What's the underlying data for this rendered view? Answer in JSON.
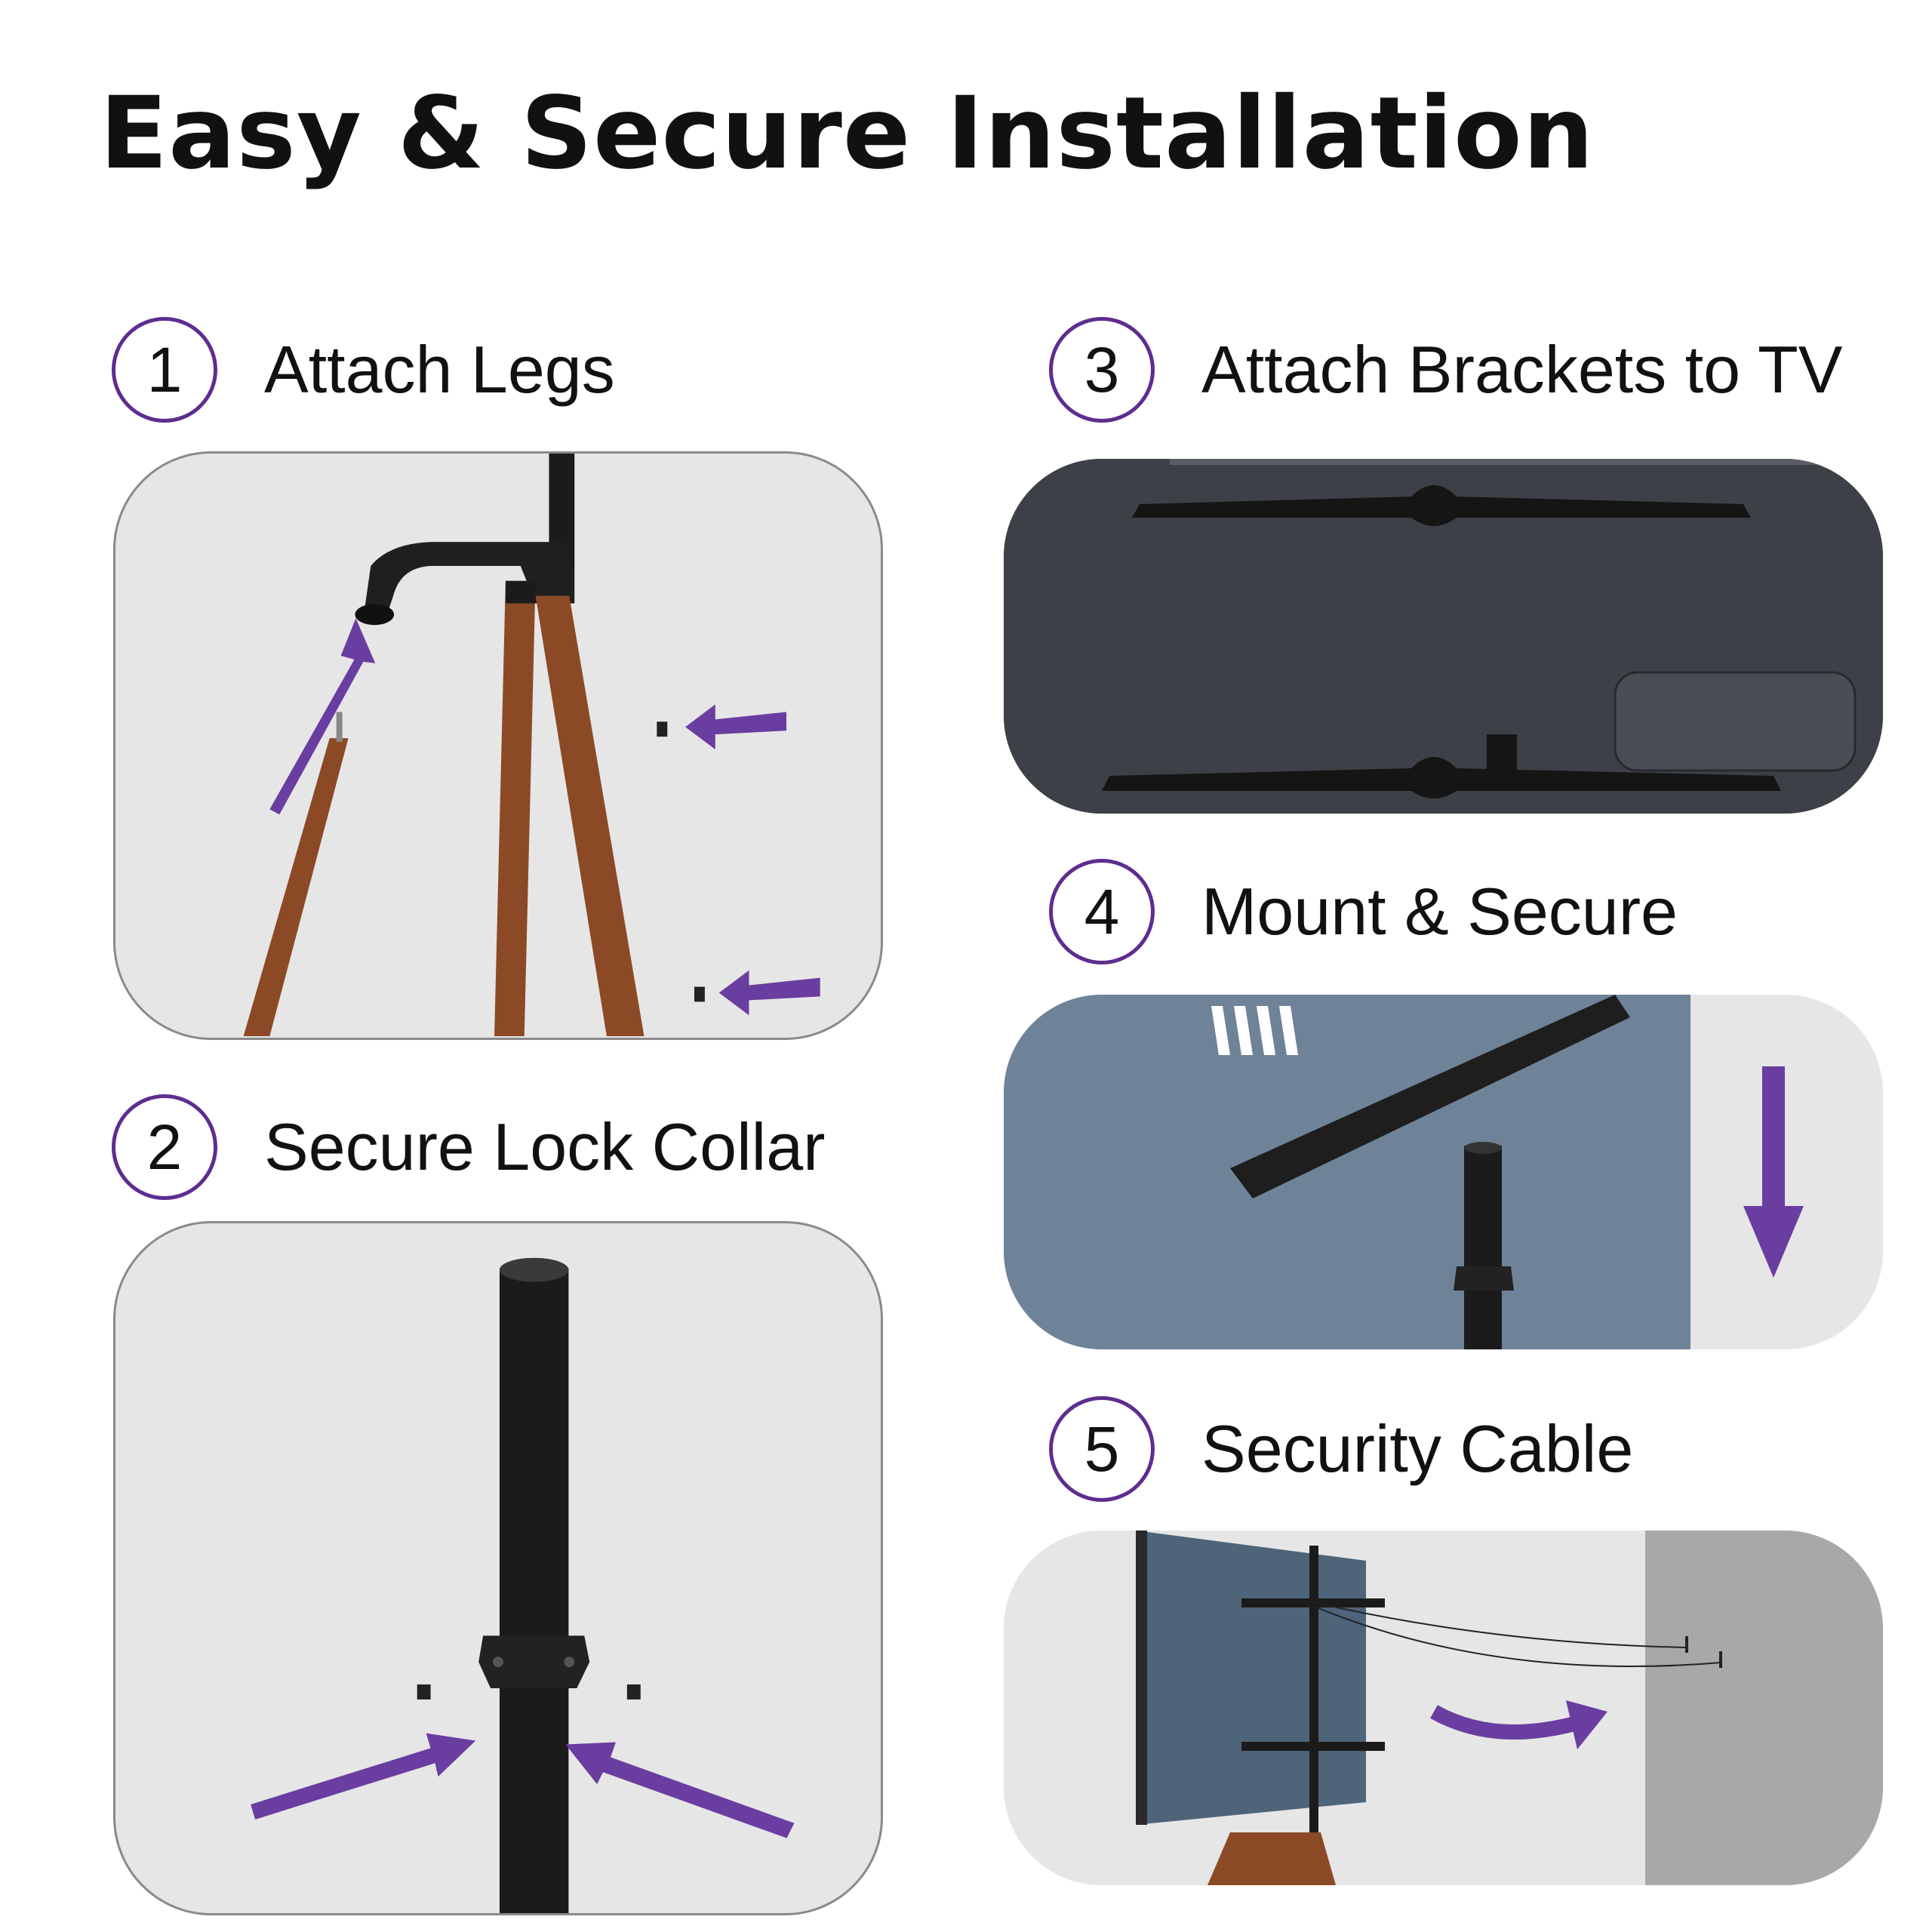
{
  "page": {
    "title": "Easy & Secure Installation"
  },
  "steps": [
    {
      "number": "1",
      "label": "Attach Legs"
    },
    {
      "number": "2",
      "label": "Secure Lock Collar"
    },
    {
      "number": "3",
      "label": "Attach Brackets to TV"
    },
    {
      "number": "4",
      "label": "Mount & Secure"
    },
    {
      "number": "5",
      "label": "Security Cable"
    }
  ],
  "colors": {
    "accent_purple": "#6a3da0",
    "wood": "#8b4a25",
    "metal_black": "#1b1b1b",
    "panel_bg": "#e6e6e6",
    "tv_back": "#3d4147"
  },
  "icons": [
    "arrow-icon"
  ]
}
